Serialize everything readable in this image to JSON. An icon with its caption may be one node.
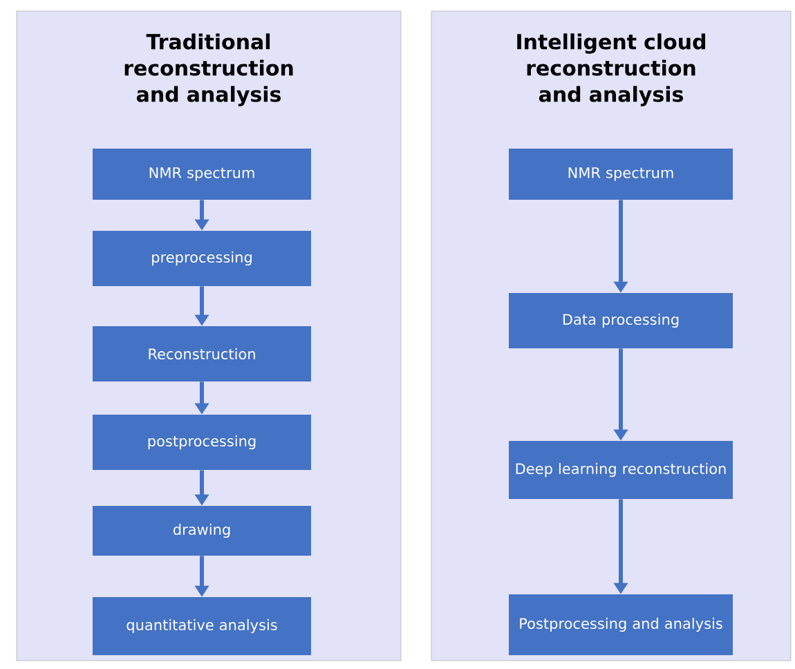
{
  "diagram": {
    "nodes": [
      {
        "text": [
          "Traditional reconstruction and analysis"
        ]
      },
      {
        "text": [
          "NMR spectrum"
        ],
        "in": 0
      },
      {
        "text": [
          "preprocessing"
        ],
        "in": 0
      },
      {
        "text": [
          "Reconstruction"
        ],
        "in": 0
      },
      {
        "text": [
          "postprocessing"
        ],
        "in": 0
      },
      {
        "text": [
          "drawing"
        ],
        "in": 0
      },
      {
        "text": [
          "quantitative analysis"
        ],
        "in": 0
      },
      {
        "text": [
          "Intelligent cloud reconstruction and analysis"
        ]
      },
      {
        "text": [
          "NMR spectrum"
        ],
        "in": 7
      },
      {
        "text": [
          "Data processing"
        ],
        "in": 7
      },
      {
        "text": [
          "Deep learning reconstruction"
        ],
        "in": 7
      },
      {
        "text": [
          "Postprocessing and analysis"
        ],
        "in": 7
      }
    ],
    "edges": [
      {
        "from": 1,
        "to": 2,
        "arrow": "to"
      },
      {
        "from": 2,
        "to": 3,
        "arrow": "to"
      },
      {
        "from": 3,
        "to": 4,
        "arrow": "to"
      },
      {
        "from": 4,
        "to": 5,
        "arrow": "to"
      },
      {
        "from": 5,
        "to": 6,
        "arrow": "to"
      },
      {
        "from": 8,
        "to": 9,
        "arrow": "to"
      },
      {
        "from": 9,
        "to": 10,
        "arrow": "to"
      },
      {
        "from": 10,
        "to": 11,
        "arrow": "to"
      }
    ]
  }
}
